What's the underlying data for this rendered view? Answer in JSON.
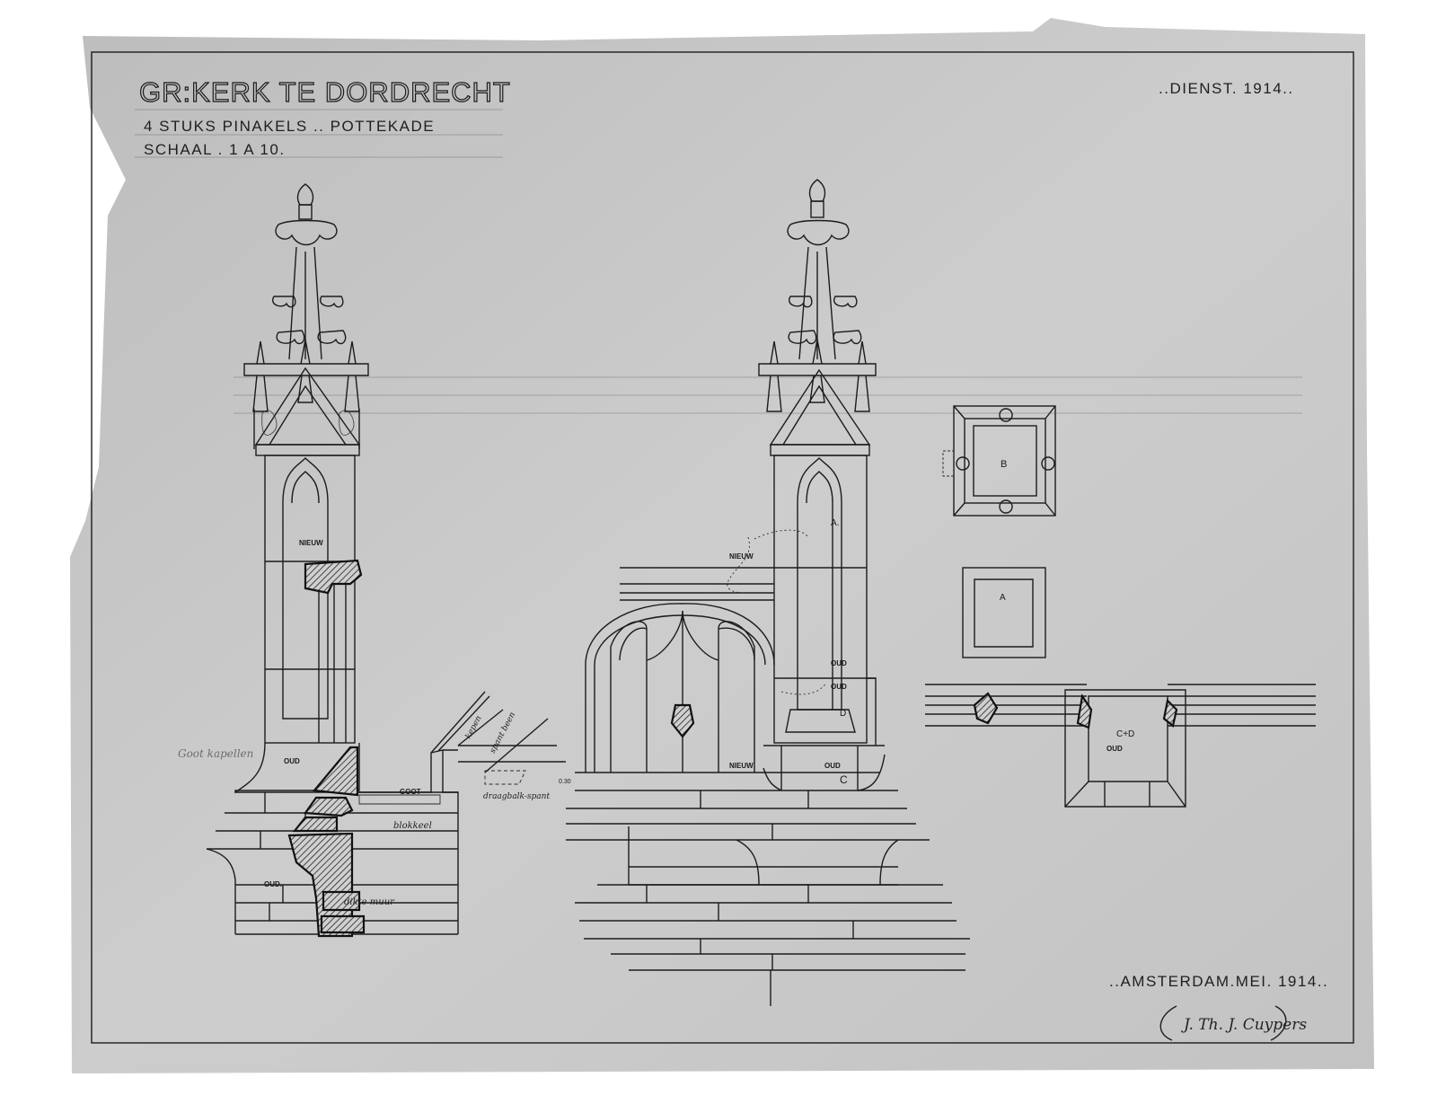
{
  "title": {
    "main": "GR:KERK TE DORDRECHT",
    "subtitle": "4 STUKS PINAKELS .. POTTEKADE",
    "scale": "SCHAAL . 1 A 10."
  },
  "service_label": "..DIENST. 1914..",
  "place_date": "..AMSTERDAM.MEI. 1914..",
  "signature": "J. Th. J. Cuypers",
  "colors": {
    "paper": "#c8c8c8",
    "ink": "#1c1c1c"
  },
  "left_elevation": {
    "labels": {
      "nieuw": "NIEUW",
      "oud_upper": "OUD",
      "oud_lower": "OUD.",
      "goot": "GOOT",
      "goot_kapellen": "Goot kapellen",
      "blokkeel": "blokkeel",
      "dikte_muur": "dikte muur",
      "kepen": "kepen",
      "spant_been": "spant been",
      "draagbalk_spant": "draagbalk-spant",
      "dimension": "0.30"
    }
  },
  "middle_elevation": {
    "labels": {
      "nieuw_top": "NIEUW",
      "nieuw_bottom": "NIEUW",
      "a": "A.",
      "oud_1": "OUD",
      "oud_2": "OUD",
      "d": "D",
      "oud_base": "OUD",
      "c": "C"
    }
  },
  "sections": {
    "plan_b": "B",
    "section_a": "A",
    "section_cd": "C+D",
    "oud": "OUD"
  }
}
